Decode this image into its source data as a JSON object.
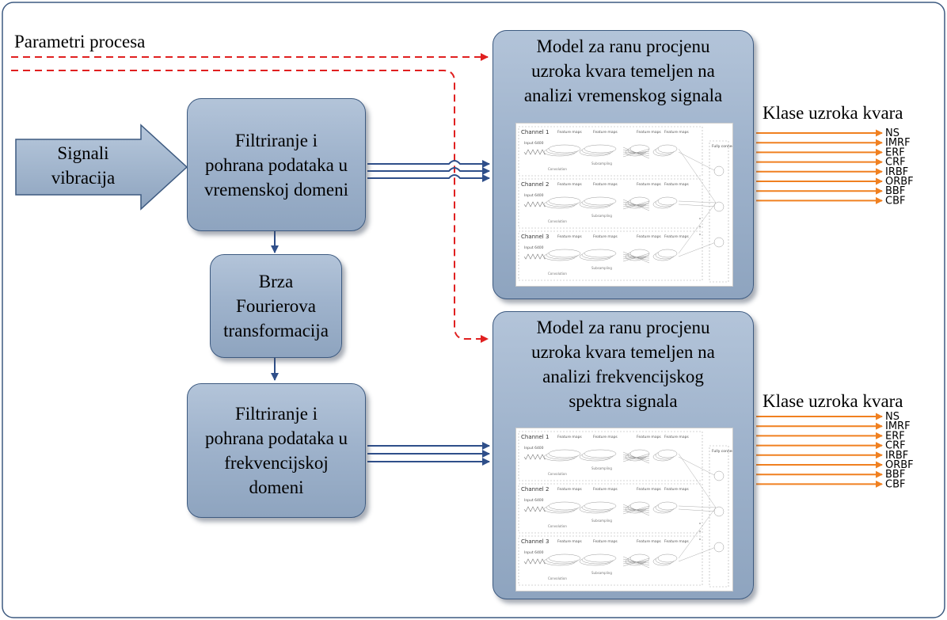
{
  "inputs": {
    "process_params": "Parametri procesa",
    "vibration_signals": "Signali\nvibracija"
  },
  "blocks": {
    "time_filter": "Filtriranje i\npohrana podataka u\nvremenskoj domeni",
    "fft": "Brza\nFourierova\ntransformacija",
    "freq_filter": "Filtriranje i\npohrana podataka u\nfrekvencijskoj\ndomeni"
  },
  "models": {
    "time_model": "Model za ranu procjenu\nuzroka kvara temeljen na\nanalizi vremenskog signala",
    "freq_model": "Model za ranu procjenu\nuzroka kvara temeljen na\nanalizi frekvencijskog\nspektra signala"
  },
  "outputs": {
    "classes_title_top": "Klase uzroka kvara",
    "classes_title_bottom": "Klase uzroka kvara",
    "classes": [
      "NS",
      "IMRF",
      "ERF",
      "CRF",
      "IRBF",
      "ORBF",
      "BBF",
      "CBF"
    ]
  },
  "cnn_figure": {
    "channels": [
      "Channel 1",
      "Channel 2",
      "Channel 3"
    ],
    "feature_maps": "Feature maps",
    "input_label": "Input 6400",
    "convolution": "Convolution",
    "subsampling": "Subsampling",
    "fc_layer": "Fully connected layer"
  },
  "colors": {
    "box_fill": "#9fb3cc",
    "box_border": "#3d5a80",
    "blue_arrow": "#2f4f8a",
    "red_dashed": "#e02020",
    "orange_output": "#f08020",
    "frame": "#3d5a80"
  }
}
